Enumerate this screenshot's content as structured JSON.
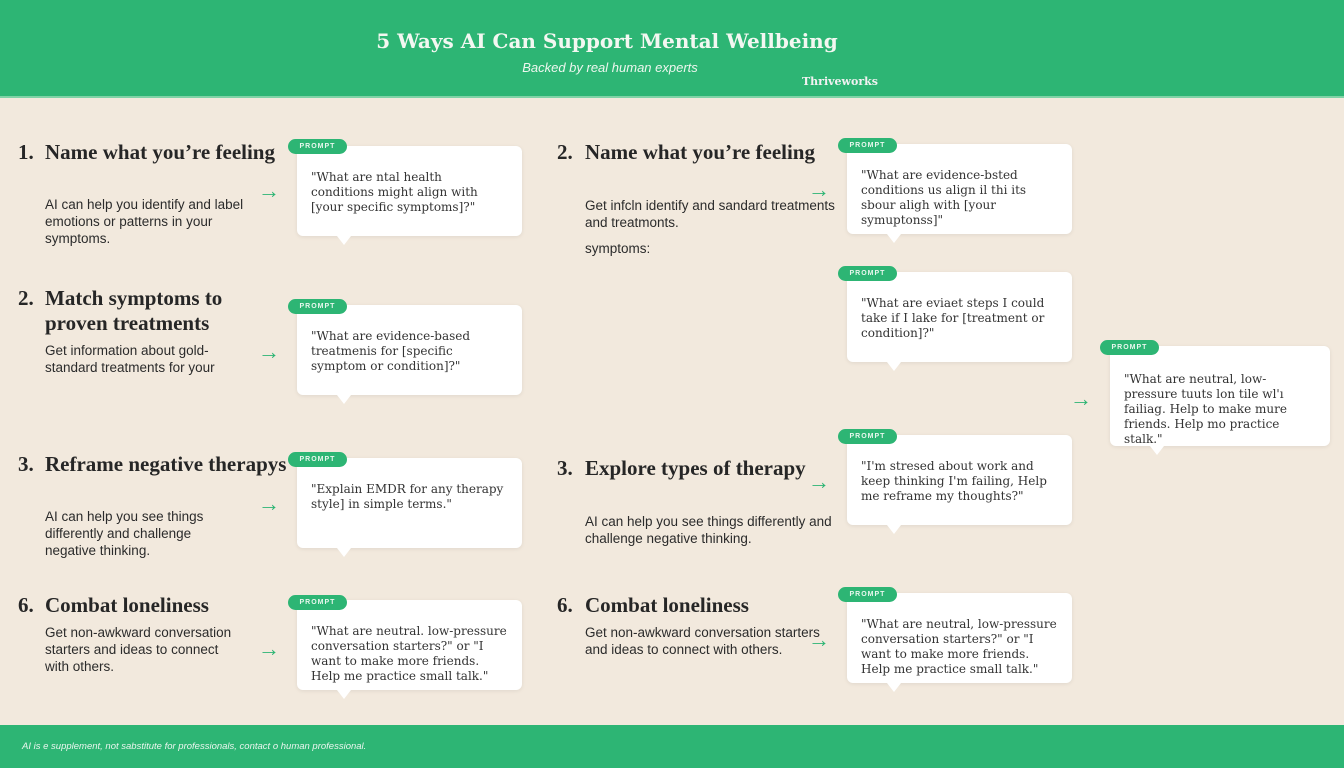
{
  "header": {
    "title": "5 Ways AI Can Support Mental Wellbeing",
    "subtitle": "Backed by real human experts",
    "logo": "Thriveworks"
  },
  "prompt_label": "PROMPT",
  "items": [
    {
      "number": "1.",
      "title": "Name what you’re feeling",
      "description": "AI can help you identify and label emotions or patterns in your symptoms.",
      "prompt": "\"What are ntal health conditions might align with [your specific symptoms]?\""
    },
    {
      "number": "2.",
      "title": "Match symptoms to proven treatments",
      "description": "Get information about gold-standard treatments for your",
      "prompt": "\"What are evidence-based treatmenis for [specific symptom or condition]?\""
    },
    {
      "number": "3.",
      "title": "Reframe negative therapys",
      "description": "AI can help you see things differently and challenge negative thinking.",
      "prompt": "\"Explain EMDR for any therapy style] in simple terms.\""
    },
    {
      "number": "6.",
      "title": "Combat loneliness",
      "description": "Get non-awkward conversation starters and ideas to connect with others.",
      "prompt": "\"What are neutral. low-pressure conversation starters?\" or \"I want to make more friends. Help me practice small talk.\""
    },
    {
      "number": "2.",
      "title": "Name what you’re feeling",
      "description": "Get infcln identify and sandard treatments and treatmonts.",
      "extra": "symptoms:",
      "prompt": "\"What are evidence-bsted conditions us align il thi its sbour aligh with [your symuptonss]\""
    },
    {
      "prompt": "\"What are eviaet steps I could take if I lake for [treatment or condition]?\""
    },
    {
      "number": "3.",
      "title": "Explore types of therapy",
      "description": "AI can help you see things differently and challenge negative thinking.",
      "prompt": "\"I'm stresed about work and keep thinking I'm failing, Help me reframe my thoughts?\""
    },
    {
      "number": "6.",
      "title": "Combat loneliness",
      "description": "Get non-awkward conversation starters and ideas to connect with others.",
      "prompt": "\"What are neutral, low-pressure conversation starters?\" or \"I want to make more friends. Help me practice small talk.\""
    },
    {
      "prompt": "\"What are neutral, low-pressure tuuts lon tile wl'ı failiag. Help to make mure friends. Help mo practice stalk.\""
    }
  ],
  "footer": {
    "disclaimer": "AI is e supplement, not sabstitute for professionals, contact o human professional."
  }
}
